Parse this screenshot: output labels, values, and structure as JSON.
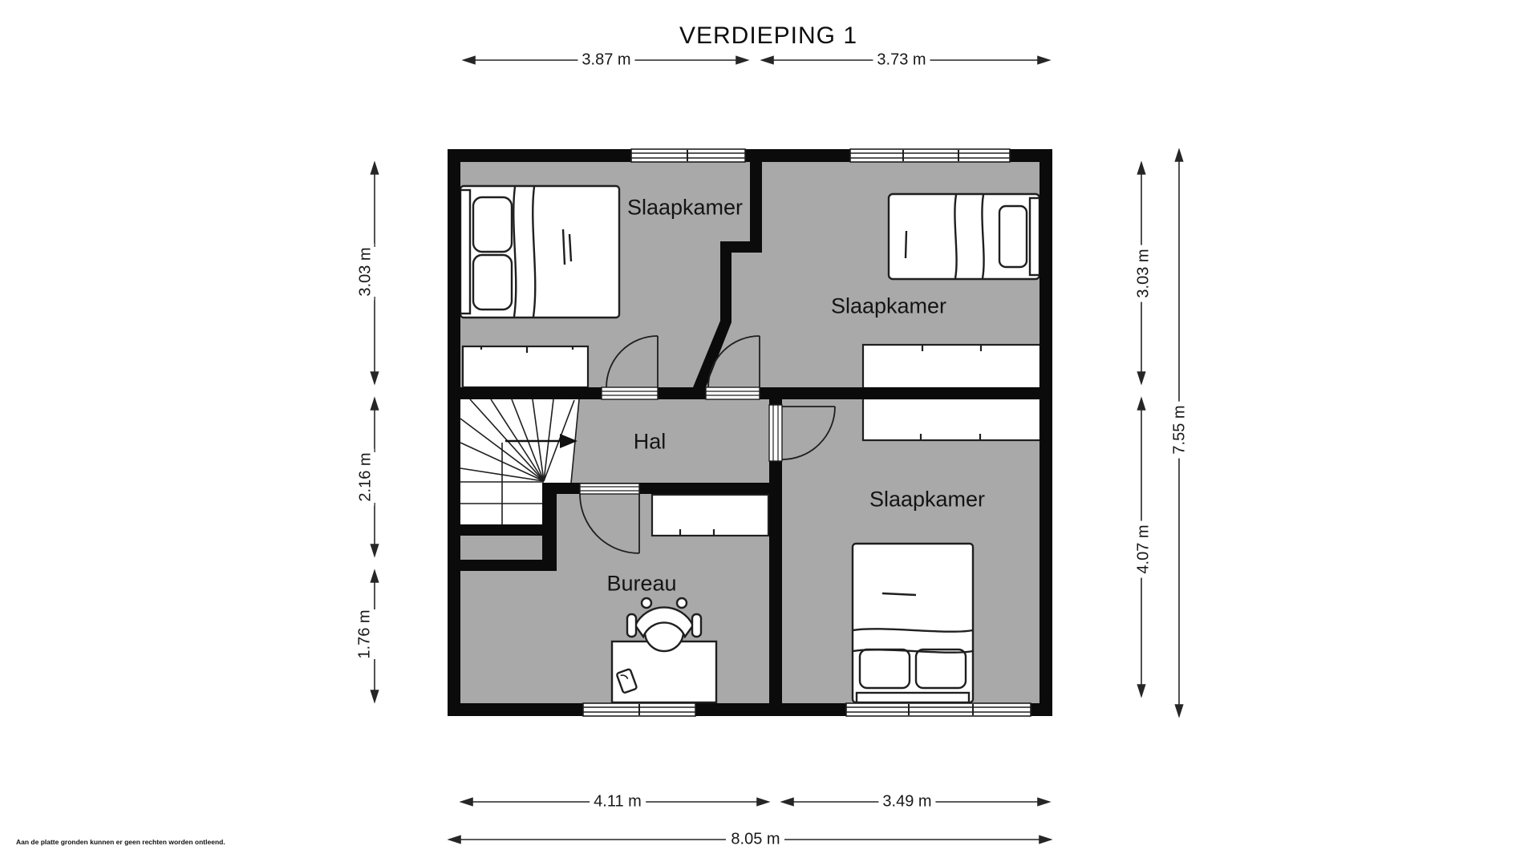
{
  "title": "VERDIEPING 1",
  "disclaimer": "Aan de platte gronden kunnen er geen rechten worden ontleend.",
  "rooms": {
    "bedroom_top_left": "Slaapkamer",
    "bedroom_top_right": "Slaapkamer",
    "hall": "Hal",
    "office": "Bureau",
    "bedroom_bottom_right": "Slaapkamer"
  },
  "dimensions": {
    "top_left_width": "3.87 m",
    "top_right_width": "3.73 m",
    "left_upper_height": "3.03 m",
    "left_middle_height": "2.16 m",
    "left_lower_height": "1.76 m",
    "right_upper_height": "3.03 m",
    "right_lower_height": "4.07 m",
    "right_total_height": "7.55 m",
    "bottom_left_width": "4.11 m",
    "bottom_right_width": "3.49 m",
    "bottom_total_width": "8.05 m"
  },
  "colors": {
    "floor": "#a9a9a9",
    "wall": "#0b0b0b",
    "line": "#1f1f1f",
    "dim": "#262626",
    "bg": "#ffffff"
  }
}
